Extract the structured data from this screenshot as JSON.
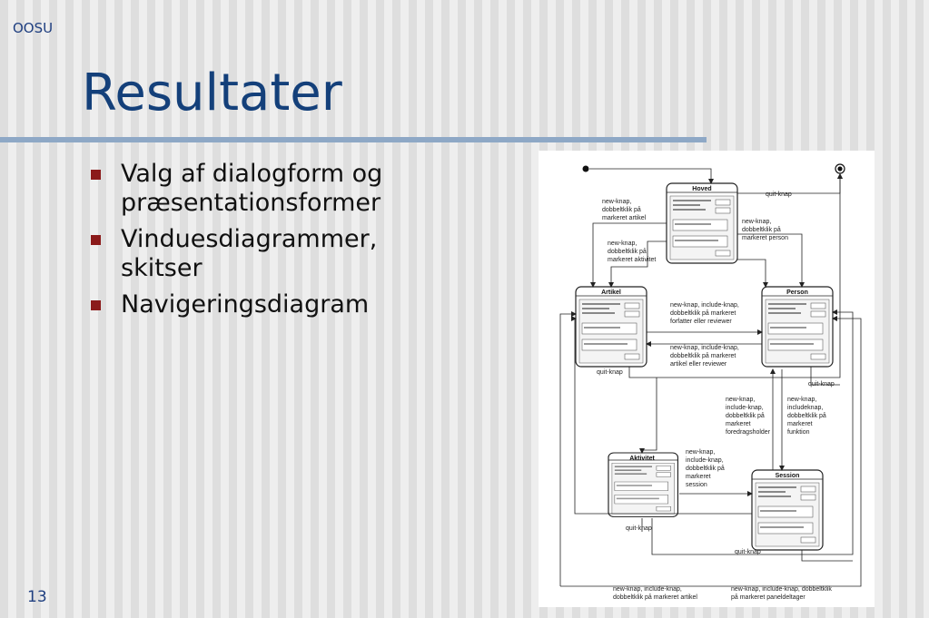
{
  "slide": {
    "header": "OOSU",
    "title": "Resultater",
    "page_number": "13",
    "bullets": [
      {
        "text": "Valg af dialogform og præsentationsformer"
      },
      {
        "text": "Vinduesdiagrammer, skitser"
      },
      {
        "text": "Navigeringsdiagram"
      }
    ],
    "accent_color": "#14407a",
    "bullet_color": "#8b1a1a"
  },
  "diagram": {
    "windows": {
      "hoved": "Hoved",
      "artikel": "Artikel",
      "person": "Person",
      "aktivitet": "Aktivitet",
      "session": "Session"
    },
    "labels": {
      "quit_top": "quit-knap",
      "new_artikel": [
        "new-knap,",
        "dobbeltklik på",
        "markeret artikel"
      ],
      "new_person": [
        "new-knap,",
        "dobbeltklik på",
        "markeret person"
      ],
      "new_aktivitet": [
        "new-knap,",
        "dobbeltklik på",
        "markeret aktivitet"
      ],
      "art_to_person": [
        "new-knap, include-knap,",
        "dobbeltklik på markeret",
        "forfatter eller reviewer"
      ],
      "person_to_art": [
        "new-knap, include-knap,",
        "dobbeltklik på markeret",
        "artikel eller reviewer"
      ],
      "quit_artikel": "quit-knap",
      "quit_person": "quit-knap",
      "foredragsholder": [
        "new-knap,",
        "include-knap,",
        "dobbeltklik på",
        "markeret",
        "foredragsholder"
      ],
      "funktion": [
        "new-knap,",
        "includeknap,",
        "dobbeltklik på",
        "markeret",
        "funktion"
      ],
      "session_lbl": [
        "new-knap,",
        "include-knap,",
        "dobbeltklik på",
        "markeret",
        "session"
      ],
      "quit_aktivitet": "quit-knap",
      "quit_session": "quit-knap",
      "bottom_left": [
        "new-knap, include-knap,",
        "dobbeltklik på markeret artikel"
      ],
      "bottom_right": [
        "new-knap, include-knap, dobbeltklik",
        "på markeret paneldeltager"
      ]
    }
  }
}
